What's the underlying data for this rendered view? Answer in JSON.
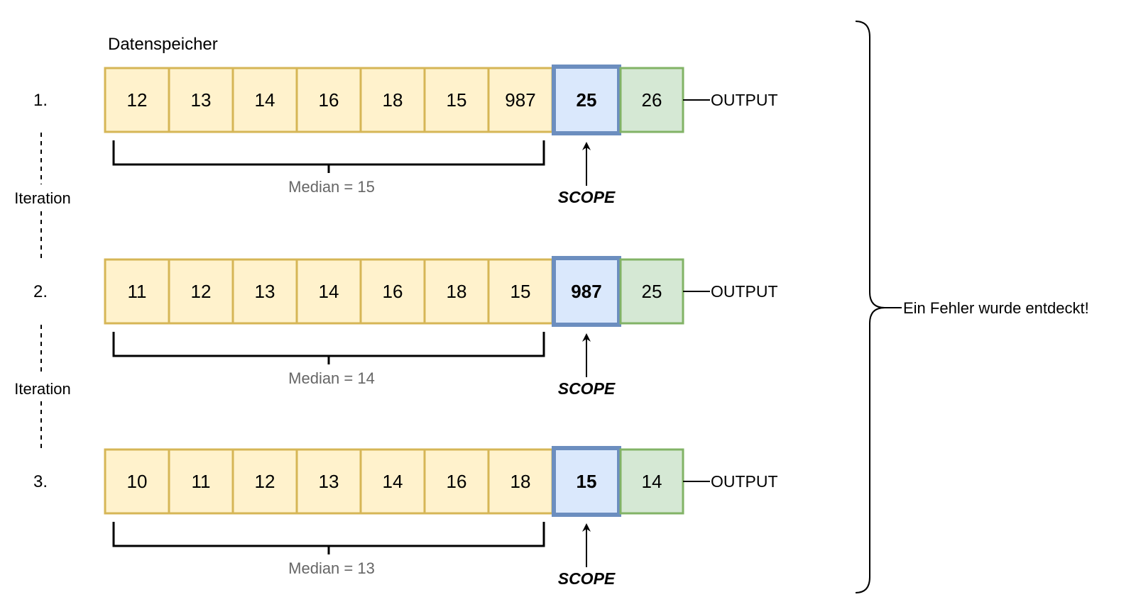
{
  "title": "Datenspeicher",
  "iteration_label": "Iteration",
  "output_label": "OUTPUT",
  "scope_label": "SCOPE",
  "error_label": "Ein Fehler wurde entdeckt!",
  "colors": {
    "buffer_fill": "#fff2cc",
    "buffer_stroke": "#d6b656",
    "scope_fill": "#dae8fc",
    "scope_stroke": "#6c8ebf",
    "output_fill": "#d5e8d4",
    "output_stroke": "#82b366",
    "median_text": "#666666"
  },
  "rows": [
    {
      "index_label": "1.",
      "buffer": [
        "12",
        "13",
        "14",
        "16",
        "18",
        "15",
        "987"
      ],
      "scope": "25",
      "output": "26",
      "median_label": "Median = 15"
    },
    {
      "index_label": "2.",
      "buffer": [
        "11",
        "12",
        "13",
        "14",
        "16",
        "18",
        "15"
      ],
      "scope": "987",
      "output": "25",
      "median_label": "Median = 14"
    },
    {
      "index_label": "3.",
      "buffer": [
        "10",
        "11",
        "12",
        "13",
        "14",
        "16",
        "18"
      ],
      "scope": "15",
      "output": "14",
      "median_label": "Median = 13"
    }
  ]
}
